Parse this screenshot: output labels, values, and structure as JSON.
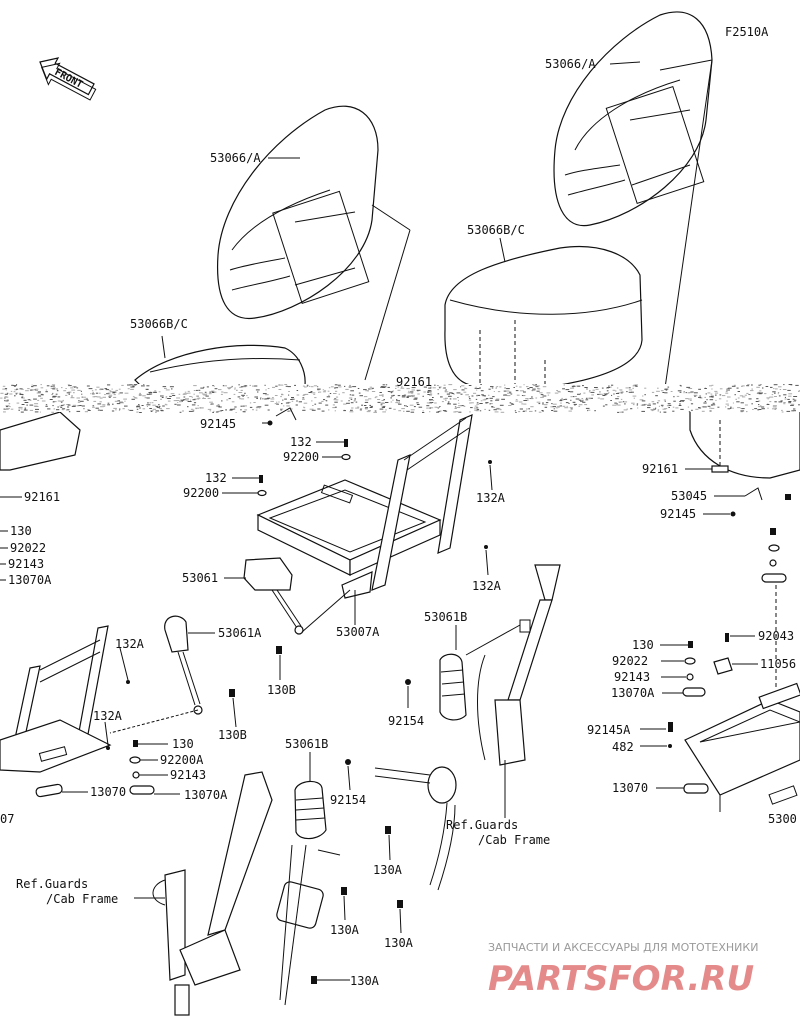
{
  "diagram_id": "F2510A",
  "front_label": "FRONT",
  "watermark": {
    "line1": "ЗАПЧАСТИ И АКСЕССУАРЫ ДЛЯ МОТОТЕХНИКИ",
    "line2": "PARTSFOR.RU"
  },
  "labels": [
    "53066/A",
    "53066/A",
    "53066B/C",
    "53066B/C",
    "92161",
    "92145",
    "132",
    "92200",
    "132",
    "92200",
    "132A",
    "132A",
    "53061",
    "53007A",
    "130B",
    "53061A",
    "132A",
    "132A",
    "130B",
    "130",
    "92200A",
    "92143",
    "13070A",
    "13070",
    "53061B",
    "92154",
    "53061B",
    "92154",
    "130A",
    "130A",
    "130A",
    "130A",
    "Ref.Guards",
    "/Cab Frame",
    "Ref.Guards",
    "/Cab Frame",
    "92161",
    "130",
    "92022",
    "92143",
    "13070A",
    "07",
    "92161",
    "53045",
    "92145",
    "130",
    "92022",
    "92143",
    "13070A",
    "92145A",
    "482",
    "13070",
    "92043",
    "11056",
    "5300"
  ]
}
